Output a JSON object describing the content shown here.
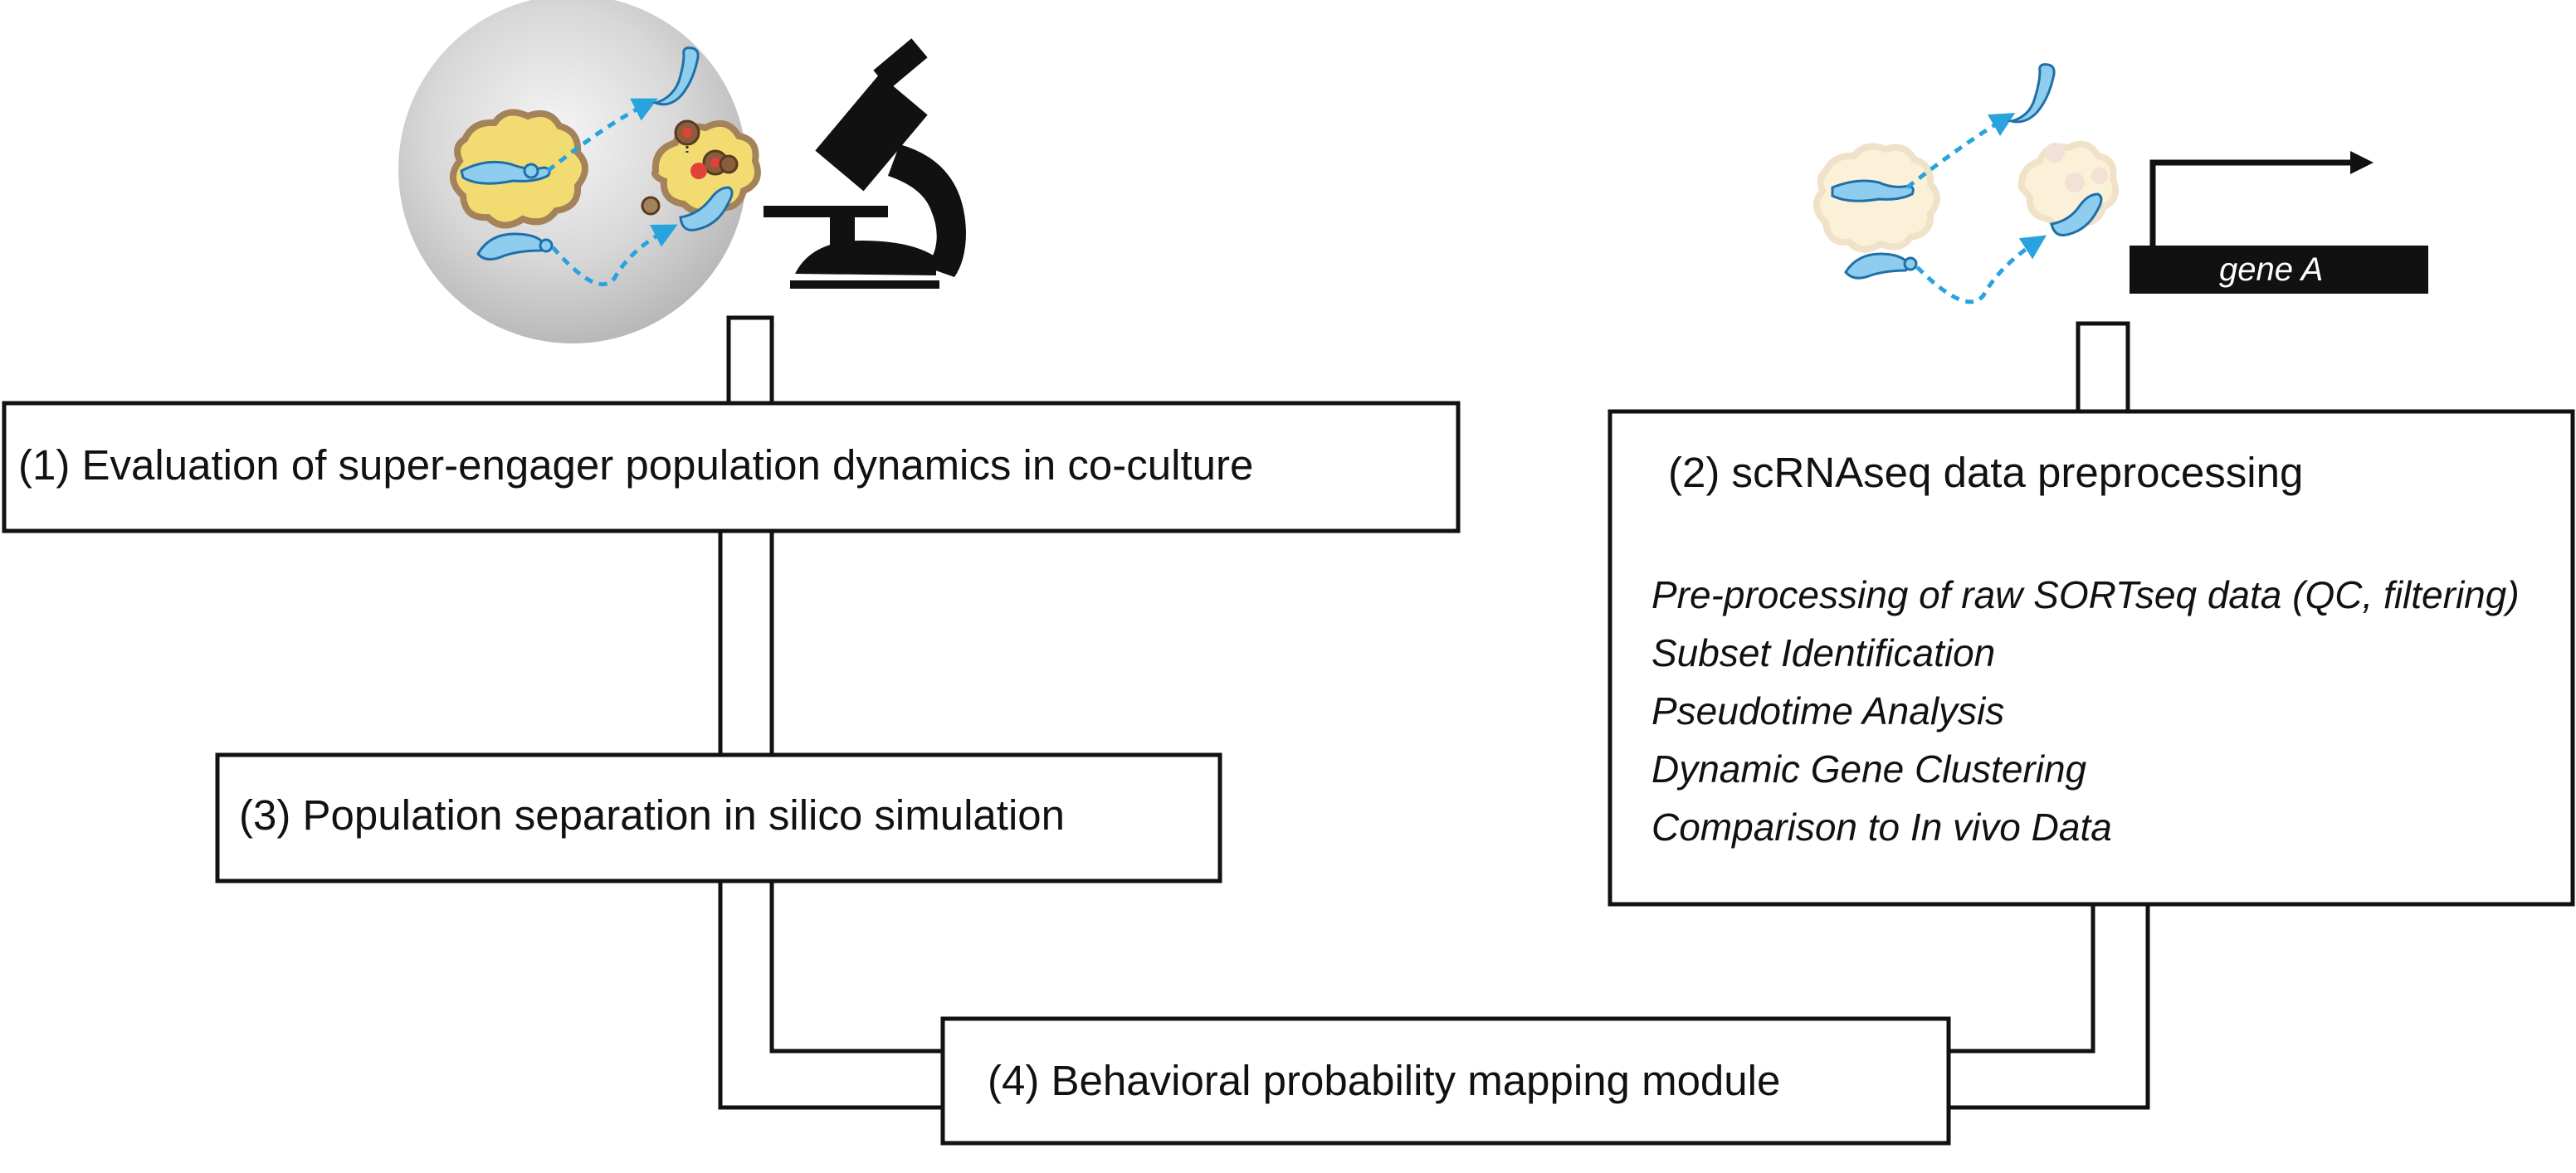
{
  "boxes": {
    "box1": {
      "label": "(1) Evaluation of super-engager population dynamics in co-culture"
    },
    "box2": {
      "label": "(2) scRNAseq data preprocessing",
      "items": [
        "Pre-processing of raw SORTseq data (QC, filtering)",
        "Subset Identification",
        "Pseudotime Analysis",
        "Dynamic Gene Clustering",
        "Comparison to In vivo Data"
      ]
    },
    "box3": {
      "label": "(3) Population separation in silico simulation"
    },
    "box4": {
      "label": "(4) Behavioral probability mapping module"
    }
  },
  "gene": {
    "label": "gene A"
  },
  "colors": {
    "cell_blue": "#3fa0d8",
    "cell_blue_light": "#8fcdee",
    "arrow_blue": "#29a3de",
    "tumor_yellow": "#f2dc72",
    "tumor_brown": "#a5835a",
    "dot_red": "#e0423a",
    "sphere_grey": "#c9c9c9",
    "line_black": "#111111"
  },
  "icons": [
    "co-culture-sphere-icon",
    "microscope-icon",
    "cell-interaction-icon",
    "gene-promoter-icon"
  ]
}
